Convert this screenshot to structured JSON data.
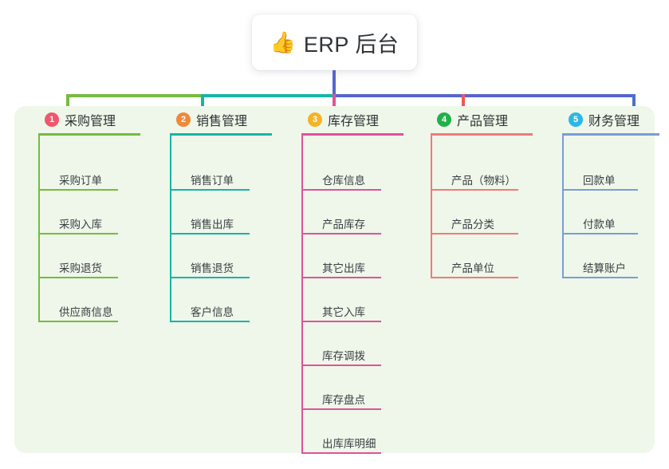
{
  "title": {
    "emoji": "👍",
    "emoji_name": "thumbs-up-icon",
    "text": "ERP 后台"
  },
  "colors": {
    "panel_background": "#EEF7E9",
    "page_background": "#FFFFFF",
    "stem": "#5566CF",
    "text": "#2F3336"
  },
  "columns": [
    {
      "number": "1",
      "label": "采购管理",
      "badge_color": "#F2566A",
      "line_color": "#76BB3F",
      "items": [
        {
          "label": "采购订单"
        },
        {
          "label": "采购入库"
        },
        {
          "label": "采购退货"
        },
        {
          "label": "供应商信息"
        }
      ]
    },
    {
      "number": "2",
      "label": "销售管理",
      "badge_color": "#F0883A",
      "line_color": "#16B5A8",
      "items": [
        {
          "label": "销售订单"
        },
        {
          "label": "销售出库"
        },
        {
          "label": "销售退货"
        },
        {
          "label": "客户信息"
        }
      ]
    },
    {
      "number": "3",
      "label": "库存管理",
      "badge_color": "#F5B325",
      "line_color": "#E0529B",
      "items": [
        {
          "label": "仓库信息"
        },
        {
          "label": "产品库存"
        },
        {
          "label": "其它出库"
        },
        {
          "label": "其它入库"
        },
        {
          "label": "库存调拨"
        },
        {
          "label": "库存盘点"
        },
        {
          "label": "出库库明细"
        }
      ]
    },
    {
      "number": "4",
      "label": "产品管理",
      "badge_color": "#22B04B",
      "line_color": "#F1797B",
      "items": [
        {
          "label": "产品（物料）"
        },
        {
          "label": "产品分类"
        },
        {
          "label": "产品单位"
        }
      ]
    },
    {
      "number": "5",
      "label": "财务管理",
      "badge_color": "#2BB7E8",
      "line_color": "#7C9BD6",
      "items": [
        {
          "label": "回款单"
        },
        {
          "label": "付款单"
        },
        {
          "label": "结算账户"
        }
      ]
    }
  ]
}
